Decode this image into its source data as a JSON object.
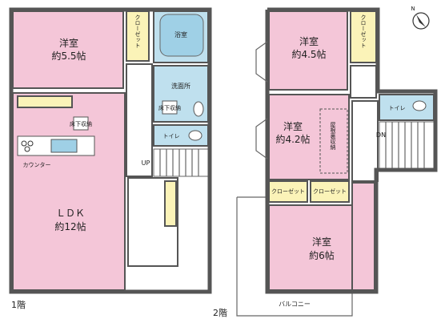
{
  "floor1": {
    "label": "1階",
    "washitsu": {
      "name": "洋室",
      "size": "約5.5帖"
    },
    "closet": "クローゼット",
    "bath": "浴室",
    "washroom": "洗面所",
    "floor_storage": "床下収納",
    "toilet": "トイレ",
    "up": "UP",
    "counter": "カウンター",
    "ldk": {
      "name": "ＬＤＫ",
      "size": "約12帖"
    }
  },
  "floor2": {
    "label": "2階",
    "room_a": {
      "name": "洋室",
      "size": "約4.5帖"
    },
    "closet_a": "クローゼット",
    "room_b": {
      "name": "洋室",
      "size": "約4.2帖"
    },
    "attic": "屋根裏収納",
    "toilet": "トイレ",
    "down": "DN",
    "closet_b": "クローゼット",
    "closet_c": "クローゼット",
    "room_c": {
      "name": "洋室",
      "size": "約6帖"
    },
    "balcony": "バルコニー"
  },
  "compass": {
    "north": "N"
  },
  "colors": {
    "room": "#f4c6d8",
    "wet": "#bfe0ee",
    "closet": "#fbf3b8"
  }
}
